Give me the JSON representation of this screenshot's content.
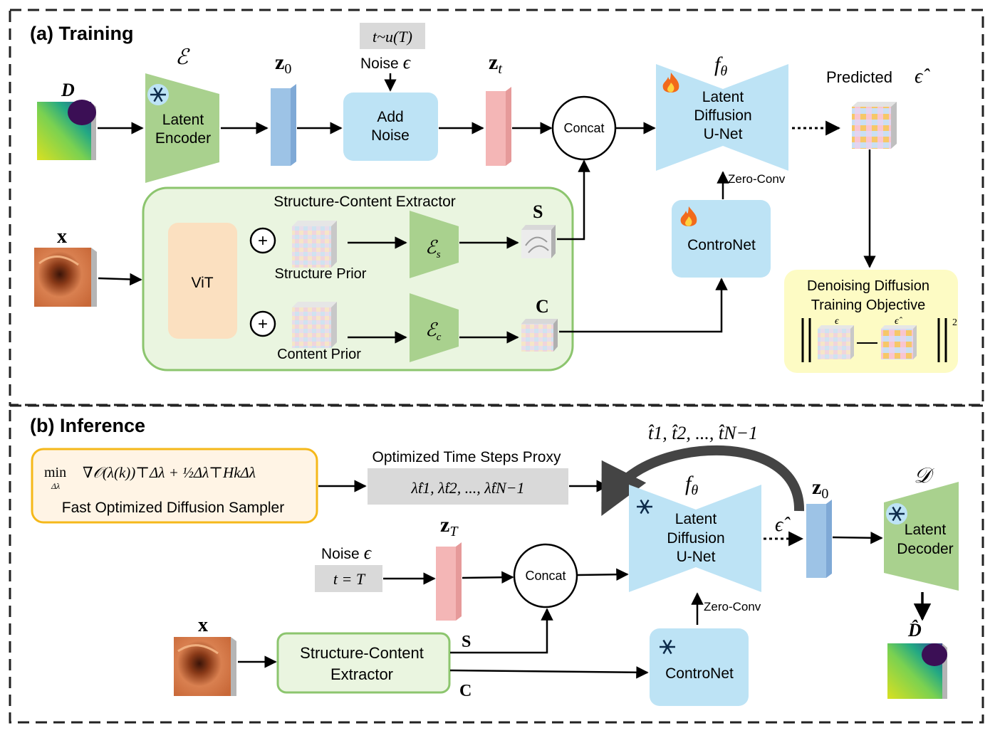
{
  "training": {
    "title": "(a) Training",
    "input_depth_label": "D",
    "input_image_label": "x",
    "encoder_symbol": "ℰ",
    "encoder_label_line1": "Latent",
    "encoder_label_line2": "Encoder",
    "z0_label": "z",
    "z0_sub": "0",
    "timestep_label": "t~u(T)",
    "noise_label": "Noise",
    "noise_symbol": "ϵ",
    "add_noise_line1": "Add",
    "add_noise_line2": "Noise",
    "zt_label": "z",
    "zt_sub": "t",
    "concat_label": "Concat",
    "unet_symbol": "f",
    "unet_sub": "θ",
    "unet_line1": "Latent",
    "unet_line2": "Diffusion",
    "unet_line3": "U-Net",
    "predicted_label": "Predicted",
    "predicted_symbol": "ϵ̂",
    "zero_conv_label": "Zero-Conv",
    "controlnet_label": "ControNet",
    "extractor_title": "Structure-Content Extractor",
    "vit_label": "ViT",
    "plus_symbol": "+",
    "structure_prior_label": "Structure Prior",
    "content_prior_label": "Content Prior",
    "es_symbol": "ℰ",
    "es_sub": "s",
    "ec_symbol": "ℰ",
    "ec_sub": "c",
    "s_label": "S",
    "c_label": "C",
    "objective_line1": "Denoising Diffusion",
    "objective_line2": "Training Objective",
    "objective_eps": "ϵ",
    "objective_eps_hat": "ϵ̂",
    "objective_power": "2"
  },
  "inference": {
    "title": "(b) Inference",
    "sampler_formula_min": "min",
    "sampler_formula_sub": "Δλ",
    "sampler_formula_body": "∇𝒪(λ(k))⊤Δλ + ½Δλ⊤HkΔλ",
    "sampler_label": "Fast Optimized Diffusion Sampler",
    "proxy_title": "Optimized Time Steps Proxy",
    "proxy_values": "λ̂t1, λ̂t2, ..., λ̂tN−1",
    "timesteps_label": "t̂1, t̂2, ..., t̂N−1",
    "unet_symbol": "f",
    "unet_sub": "θ",
    "unet_line1": "Latent",
    "unet_line2": "Diffusion",
    "unet_line3": "U-Net",
    "eps_hat": "ϵ̂",
    "z0_label": "z",
    "z0_sub": "0",
    "decoder_symbol": "𝒟",
    "decoder_line1": "Latent",
    "decoder_line2": "Decoder",
    "output_label": "D̂",
    "zT_label": "z",
    "zT_sub": "T",
    "noise_label": "Noise",
    "noise_symbol": "ϵ",
    "t_equals_T": "t = T",
    "concat_label": "Concat",
    "zero_conv_label": "Zero-Conv",
    "controlnet_label": "ControNet",
    "input_image_label": "x",
    "extractor_line1": "Structure-Content",
    "extractor_line2": "Extractor",
    "s_label": "S",
    "c_label": "C"
  },
  "icons": {
    "frozen": "snowflake-icon",
    "trainable": "fire-icon"
  },
  "colors": {
    "encoder_green": "#a9d18e",
    "latent_blue": "#9dc3e6",
    "noisy_pink": "#f4b6b6",
    "box_light_blue": "#bde3f5",
    "extractor_bg": "#eaf5e0",
    "extractor_border": "#8cc56e",
    "vit_orange": "#fbe0c0",
    "objective_yellow": "#fdfbc4",
    "sampler_border": "#f5b81a",
    "sampler_bg": "#fff4e5",
    "proxy_gray": "#d9d9d9"
  }
}
